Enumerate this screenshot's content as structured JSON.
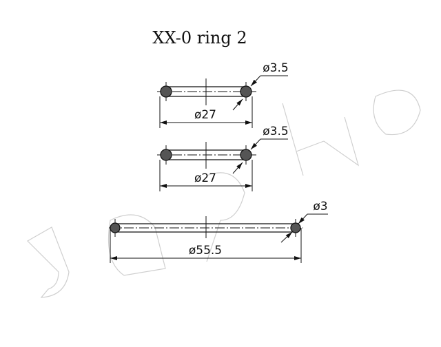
{
  "title": "XX-0 ring 2",
  "watermark": "JAPKO",
  "rings": [
    {
      "inner_diameter_label": "ø27",
      "section_label": "ø3.5"
    },
    {
      "inner_diameter_label": "ø27",
      "section_label": "ø3.5"
    },
    {
      "inner_diameter_label": "ø55.5",
      "section_label": "ø3"
    }
  ]
}
